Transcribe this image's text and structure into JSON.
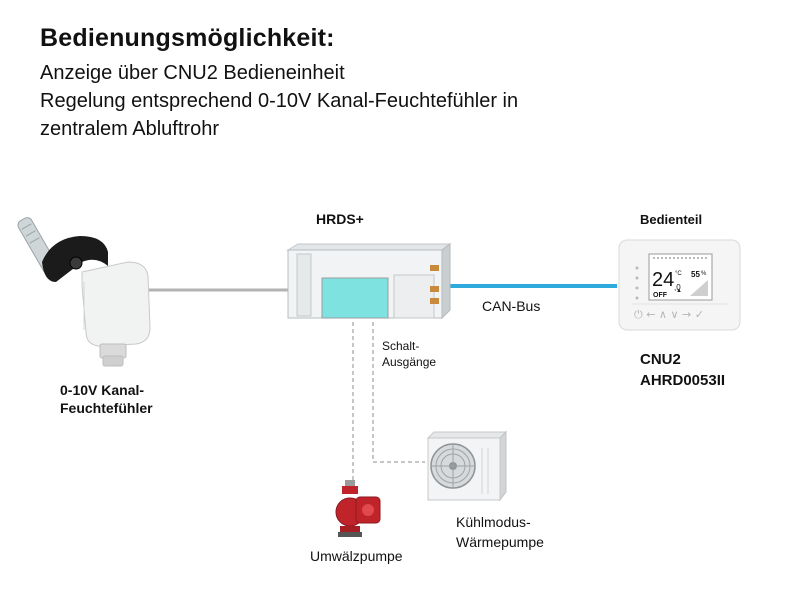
{
  "header": {
    "title": "Bedienungsmöglichkeit:",
    "lines": [
      "Anzeige über CNU2 Bedieneinheit",
      "Regelung entsprechend 0-10V Kanal-Feuchtefühler in",
      "zentralem Abluftrohr"
    ]
  },
  "devices": {
    "unit_title": "HRDS+",
    "panel_title": "Bedienteil",
    "bus_label": "CAN-Bus",
    "sensor_label_1": "0-10V Kanal-",
    "sensor_label_2": "Feuchtefühler",
    "panel_name_1": "CNU2",
    "panel_name_2": "AHRD0053II",
    "outputs_label_1": "Schalt-",
    "outputs_label_2": "Ausgänge",
    "heatpump_label_1": "Kühlmodus-",
    "heatpump_label_2": "Wärmepumpe",
    "pump_label": "Umwälzpumpe"
  },
  "display": {
    "temperature": "24",
    "temperature_decimal": ",0",
    "temperature_unit": "°C",
    "humidity": "55",
    "humidity_unit": "%",
    "status": "OFF"
  },
  "colors": {
    "bus_line": "#2eaadc",
    "sensor_line": "#b3b3b3",
    "dashed_line": "#b3b3b3",
    "unit_window": "#7ee3e0",
    "pump_red": "#c0242a"
  }
}
